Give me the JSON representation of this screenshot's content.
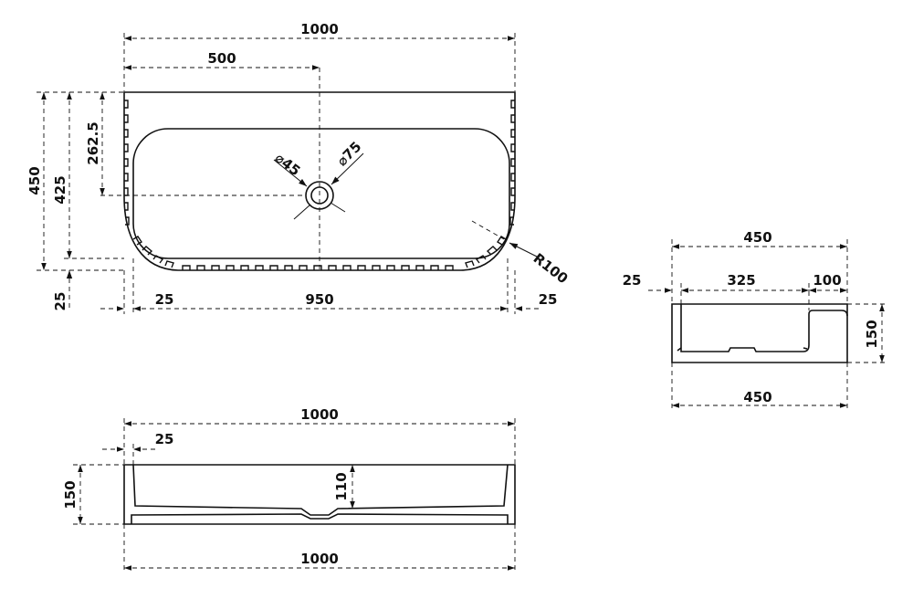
{
  "top_view": {
    "width_overall": "1000",
    "drain_offset": "500",
    "height_overall": "450",
    "height_inner": "425",
    "drain_vertical": "262.5",
    "bottom_margin": "25",
    "left_margin": "25",
    "inner_width": "950",
    "right_margin": "25",
    "drain_inner_diameter": "⌀45",
    "drain_outer_diameter": "⌀75",
    "corner_radius": "R100"
  },
  "side_view": {
    "width_top": "450",
    "wall_left": "25",
    "basin_width": "325",
    "deck_width": "100",
    "height": "150",
    "width_bottom": "450"
  },
  "front_view": {
    "width_top": "1000",
    "wall": "25",
    "height": "150",
    "basin_depth": "110",
    "width_bottom": "1000"
  }
}
